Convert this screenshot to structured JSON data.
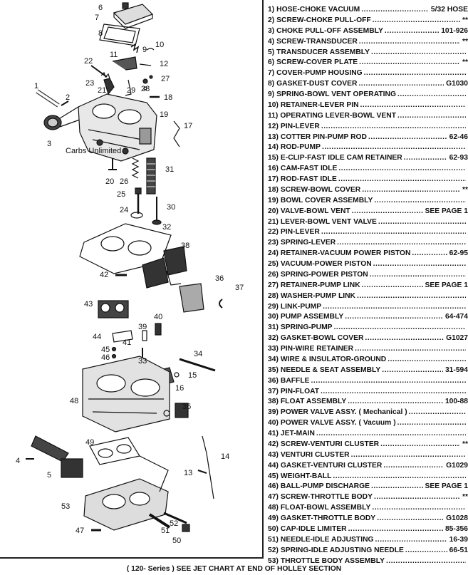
{
  "watermark": "Carbs Unlimited",
  "callouts": [
    "1",
    "2",
    "3",
    "4",
    "5",
    "6",
    "7",
    "8",
    "9",
    "10",
    "11",
    "12",
    "13",
    "14",
    "15",
    "16",
    "17",
    "18",
    "19",
    "20",
    "21",
    "22",
    "23",
    "24",
    "25",
    "26",
    "27",
    "28",
    "29",
    "30",
    "31",
    "32",
    "33",
    "34",
    "35",
    "36",
    "37",
    "38",
    "39",
    "40",
    "41",
    "42",
    "43",
    "44",
    "45",
    "46",
    "47",
    "48",
    "49",
    "50",
    "51",
    "52",
    "53"
  ],
  "parts": [
    {
      "num": "1)",
      "name": "HOSE-CHOKE VACUUM",
      "pn": "5/32 HOSE"
    },
    {
      "num": "2)",
      "name": "SCREW-CHOKE PULL-OFF",
      "pn": "**"
    },
    {
      "num": "3)",
      "name": "CHOKE PULL-OFF ASSEMBLY",
      "pn": "101-926"
    },
    {
      "num": "4)",
      "name": "SCREW-TRANSDUCER",
      "pn": "**"
    },
    {
      "num": "5)",
      "name": "TRANSDUCER ASSEMBLY",
      "pn": ""
    },
    {
      "num": "6)",
      "name": "SCREW-COVER PLATE",
      "pn": "**"
    },
    {
      "num": "7)",
      "name": "COVER-PUMP HOUSING",
      "pn": ""
    },
    {
      "num": "8)",
      "name": "GASKET-DUST COVER",
      "pn": "G1030"
    },
    {
      "num": "9)",
      "name": "SPRING-BOWL VENT OPERATING",
      "pn": ""
    },
    {
      "num": "10)",
      "name": "RETAINER-LEVER PIN",
      "pn": ""
    },
    {
      "num": "11)",
      "name": "OPERATING LEVER-BOWL VENT",
      "pn": ""
    },
    {
      "num": "12)",
      "name": "PIN-LEVER",
      "pn": ""
    },
    {
      "num": "13)",
      "name": "COTTER PIN-PUMP ROD",
      "pn": "62-46"
    },
    {
      "num": "14)",
      "name": "ROD-PUMP",
      "pn": ""
    },
    {
      "num": "15)",
      "name": "E-CLIP-FAST IDLE CAM RETAINER",
      "pn": "62-93"
    },
    {
      "num": "16)",
      "name": "CAM-FAST IDLE",
      "pn": ""
    },
    {
      "num": "17)",
      "name": "ROD-FAST IDLE",
      "pn": ""
    },
    {
      "num": "18)",
      "name": "SCREW-BOWL COVER",
      "pn": "**"
    },
    {
      "num": "19)",
      "name": "BOWL COVER ASSEMBLY",
      "pn": ""
    },
    {
      "num": "20)",
      "name": "VALVE-BOWL VENT",
      "pn": "SEE PAGE 1"
    },
    {
      "num": "21)",
      "name": "LEVER-BOWL VENT VALVE",
      "pn": ""
    },
    {
      "num": "22)",
      "name": "PIN-LEVER",
      "pn": ""
    },
    {
      "num": "23)",
      "name": "SPRING-LEVER",
      "pn": ""
    },
    {
      "num": "24)",
      "name": "RETAINER-VACUUM POWER PISTON",
      "pn": "62-95"
    },
    {
      "num": "25)",
      "name": "VACUUM-POWER PISTON",
      "pn": ""
    },
    {
      "num": "26)",
      "name": "SPRING-POWER PISTON",
      "pn": ""
    },
    {
      "num": "27)",
      "name": "RETAINER-PUMP LINK",
      "pn": "SEE PAGE 1"
    },
    {
      "num": "28)",
      "name": "WASHER-PUMP LINK",
      "pn": ""
    },
    {
      "num": "29)",
      "name": "LINK-PUMP",
      "pn": ""
    },
    {
      "num": "30)",
      "name": "PUMP ASSEMBLY",
      "pn": "64-474"
    },
    {
      "num": "31)",
      "name": "SPRING-PUMP",
      "pn": ""
    },
    {
      "num": "32)",
      "name": "GASKET-BOWL COVER",
      "pn": "G1027"
    },
    {
      "num": "33)",
      "name": "PIN-WIRE RETAINER",
      "pn": ""
    },
    {
      "num": "34)",
      "name": "WIRE & INSULATOR-GROUND",
      "pn": ""
    },
    {
      "num": "35)",
      "name": "NEEDLE & SEAT ASSEMBLY",
      "pn": "31-594"
    },
    {
      "num": "36)",
      "name": "BAFFLE",
      "pn": ""
    },
    {
      "num": "37)",
      "name": "PIN-FLOAT",
      "pn": ""
    },
    {
      "num": "38)",
      "name": "FLOAT ASSEMBLY",
      "pn": "100-88"
    },
    {
      "num": "39)",
      "name": "POWER VALVE ASSY. ( Mechanical )",
      "pn": ""
    },
    {
      "num": "40)",
      "name": "POWER VALVE ASSY. ( Vacuum )",
      "pn": ""
    },
    {
      "num": "41)",
      "name": "JET-MAIN",
      "pn": ""
    },
    {
      "num": "42)",
      "name": "SCREW-VENTURI CLUSTER",
      "pn": "**"
    },
    {
      "num": "43)",
      "name": "VENTURI CLUSTER",
      "pn": ""
    },
    {
      "num": "44)",
      "name": "GASKET-VENTURI CLUSTER",
      "pn": "G1029"
    },
    {
      "num": "45)",
      "name": "WEIGHT-BALL",
      "pn": ""
    },
    {
      "num": "46)",
      "name": "BALL-PUMP DISCHARGE",
      "pn": "SEE PAGE 1"
    },
    {
      "num": "47)",
      "name": "SCREW-THROTTLE BODY",
      "pn": "**"
    },
    {
      "num": "48)",
      "name": "FLOAT-BOWL ASSEMBLY",
      "pn": ""
    },
    {
      "num": "49)",
      "name": "GASKET-THROTTLE BODY",
      "pn": "G1028"
    },
    {
      "num": "50)",
      "name": "CAP-IDLE LIMITER",
      "pn": "85-356"
    },
    {
      "num": "51)",
      "name": "NEEDLE-IDLE ADJUSTING",
      "pn": "16-39"
    },
    {
      "num": "52)",
      "name": "SPRING-IDLE ADJUSTING NEEDLE",
      "pn": "66-51"
    },
    {
      "num": "53)",
      "name": "THROTTLE BODY ASSEMBLY",
      "pn": ""
    }
  ],
  "footer": "( 120- Series ) SEE JET CHART AT END OF HOLLEY SECTION"
}
